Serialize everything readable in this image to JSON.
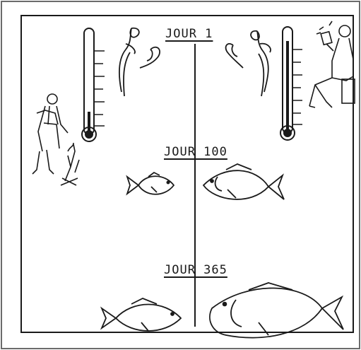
{
  "diagram": {
    "labels": {
      "day_1": "JOUR 1",
      "day_100": "JOUR 100",
      "day_365": "JOUR 365"
    },
    "colors": {
      "ink": "#1a1a1a",
      "background": "#ffffff",
      "border": "#6b6b6b"
    },
    "icons": {
      "thermometer_cold": "thermometer-low-icon",
      "thermometer_hot": "thermometer-high-icon",
      "person_fire": "person-at-fire-icon",
      "person_fan": "person-fanning-icon",
      "fish": "fish-icon",
      "seedling": "seedling-icon"
    }
  }
}
